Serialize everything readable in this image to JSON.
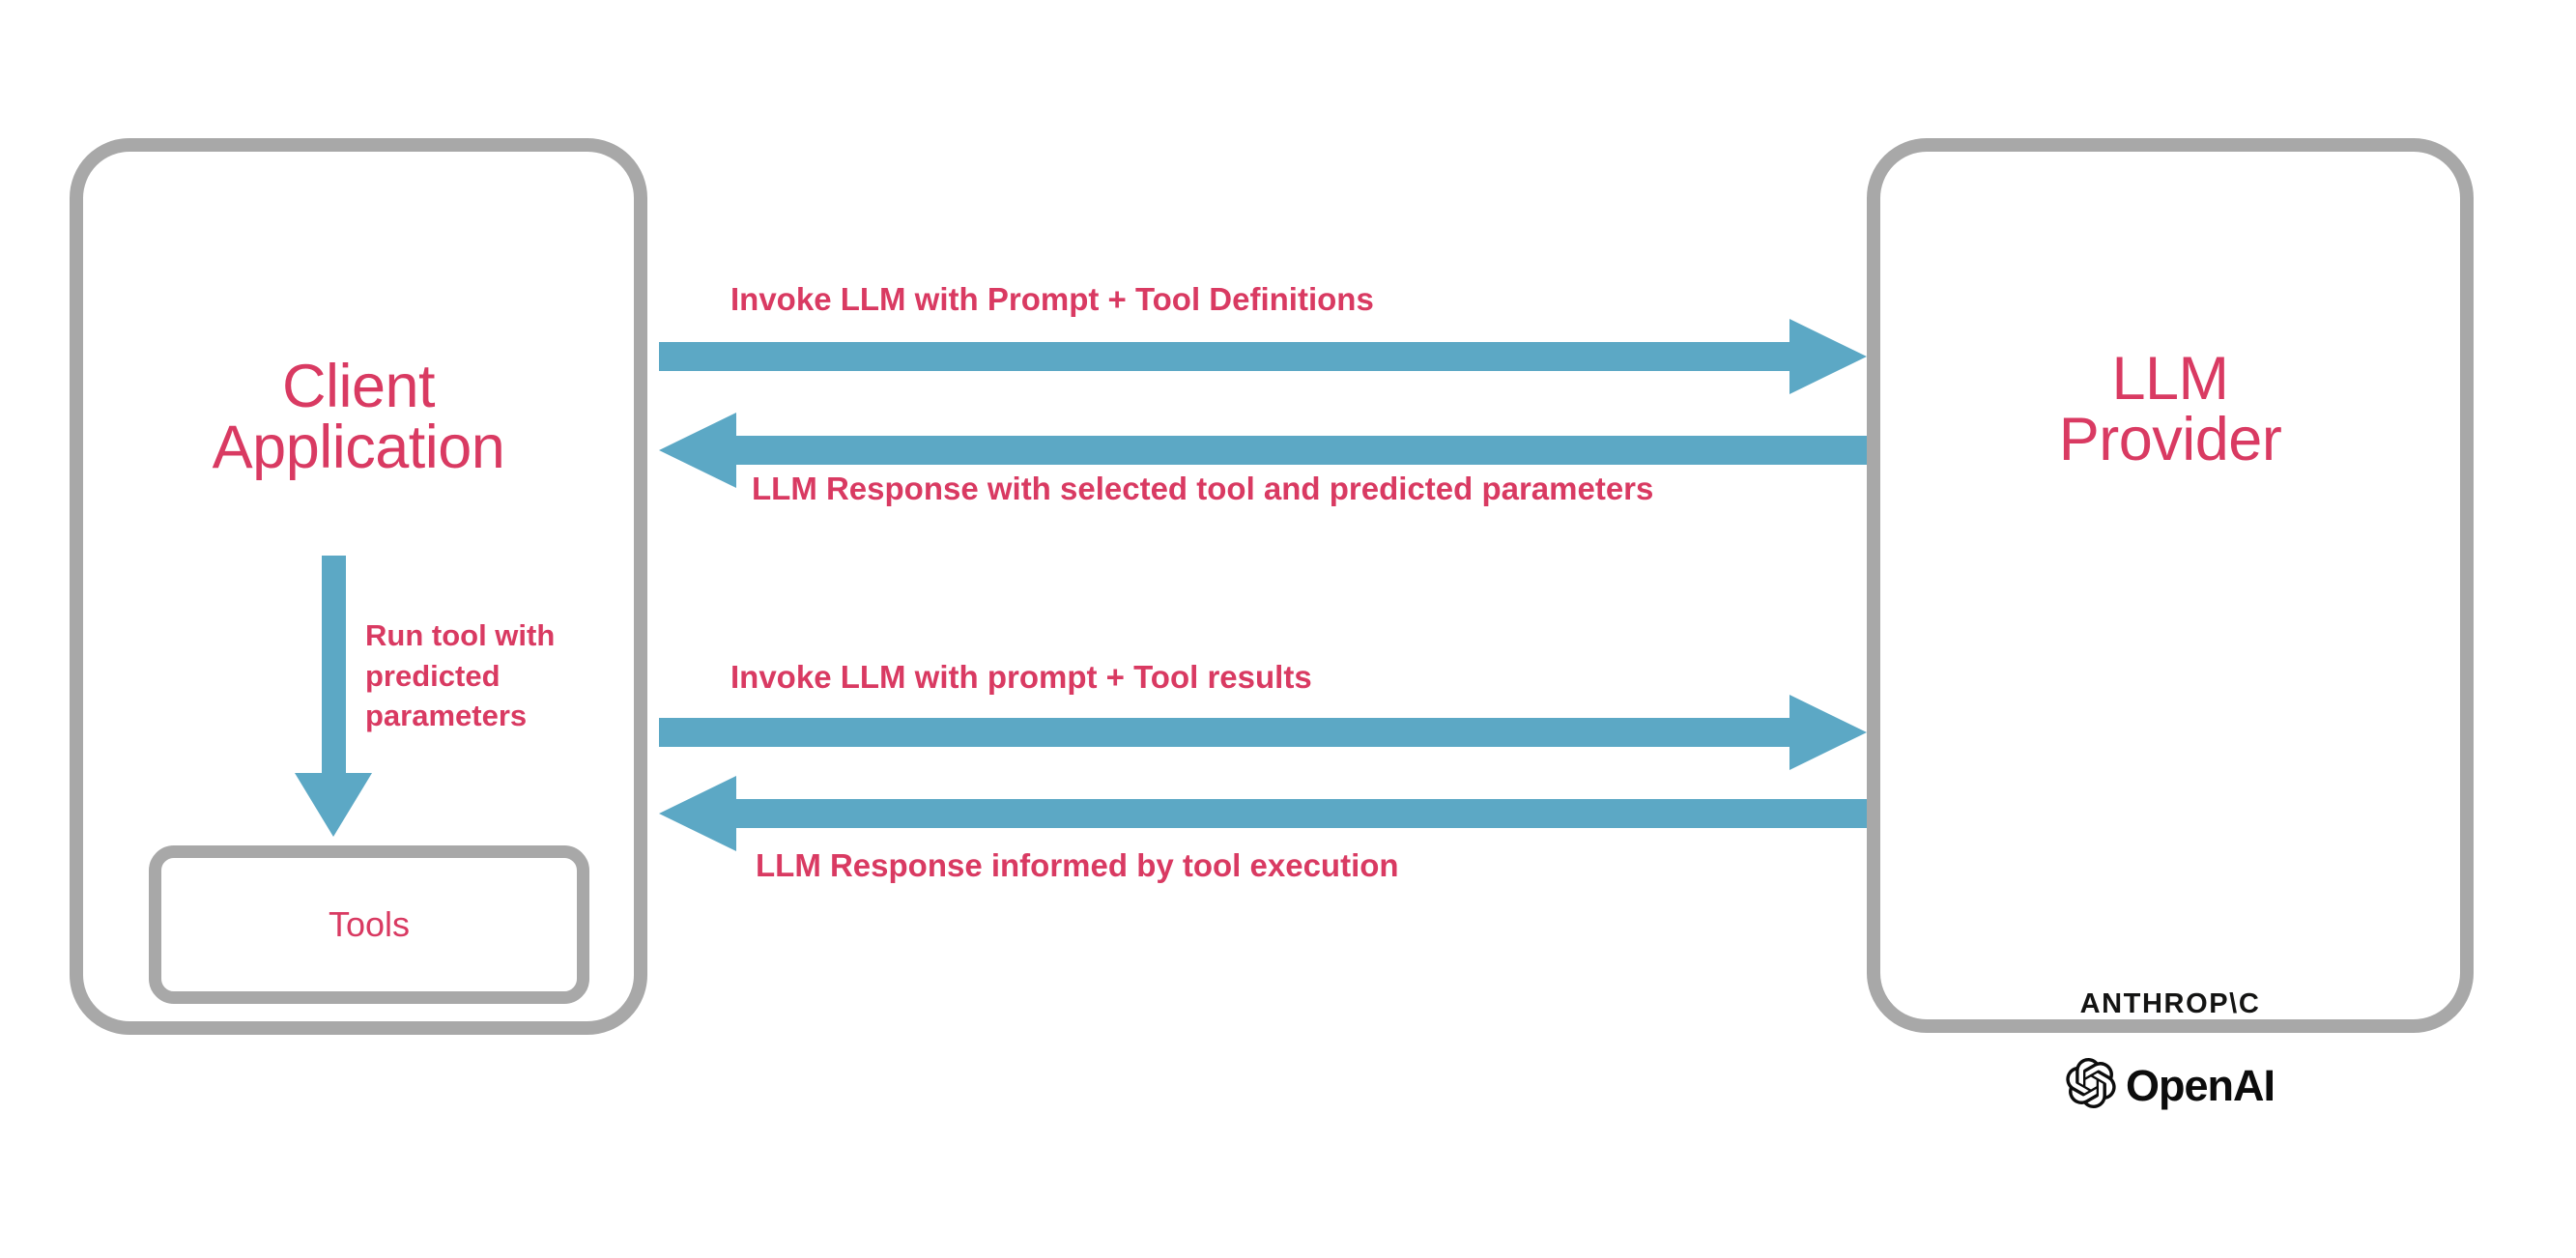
{
  "diagram": {
    "title": "LLM tool-calling interaction flow",
    "colors": {
      "accent_text": "#d93a62",
      "arrow": "#5ca8c5",
      "box_border": "#a8a8a8",
      "background": "#ffffff",
      "logo_text": "#141413"
    },
    "nodes": {
      "client": {
        "title": "Client\nApplication",
        "tools": {
          "label": "Tools"
        }
      },
      "provider": {
        "title": "LLM\nProvider",
        "logos": [
          {
            "name": "anthropic-logo",
            "text": "ANTHROP\\C"
          },
          {
            "name": "openai-logo",
            "text": "OpenAI"
          }
        ]
      }
    },
    "edges": [
      {
        "id": "invoke-1",
        "label": "Invoke LLM with Prompt + Tool Definitions",
        "direction": "right",
        "from": "client",
        "to": "provider"
      },
      {
        "id": "response-1",
        "label": "LLM Response with selected tool and predicted parameters",
        "direction": "left",
        "from": "provider",
        "to": "client"
      },
      {
        "id": "invoke-2",
        "label": "Invoke LLM with prompt + Tool results",
        "direction": "right",
        "from": "client",
        "to": "provider"
      },
      {
        "id": "response-2",
        "label": "LLM Response informed by tool execution",
        "direction": "left",
        "from": "provider",
        "to": "client"
      },
      {
        "id": "run-tool",
        "label": "Run tool with\npredicted\nparameters",
        "direction": "down",
        "from": "client",
        "to": "tools"
      }
    ]
  }
}
